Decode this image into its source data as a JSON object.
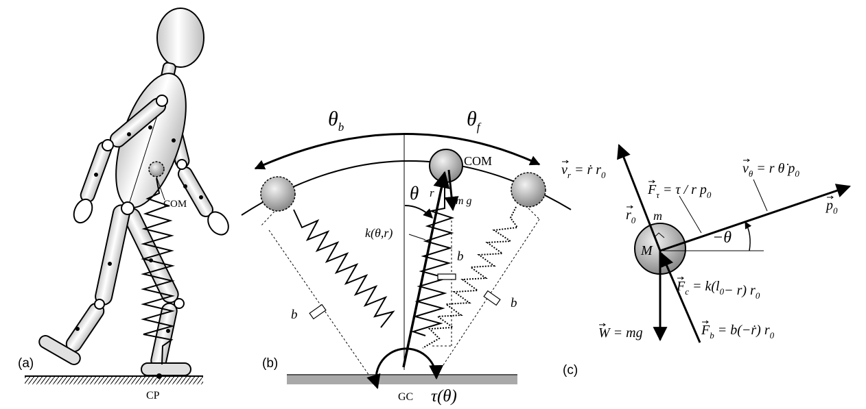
{
  "panels": {
    "a": {
      "label": "(a)",
      "com": "COM",
      "cp": "CP"
    },
    "b": {
      "label": "(b)",
      "theta_b": "θ",
      "theta_b_sub": "b",
      "theta_f": "θ",
      "theta_f_sub": "f",
      "com": "COM",
      "theta": "θ",
      "r": "r",
      "mg": "m g",
      "k": "k(θ,r)",
      "b_left": "b",
      "b_mid": "b",
      "b_right": "b",
      "gc": "GC",
      "tau": "τ(θ)"
    },
    "c": {
      "label": "(c)",
      "vr_lhs": "v",
      "vr_sub": "r",
      "vr_rhs": "= ṙ r",
      "vr_rhs_sub": "0",
      "ftau_lhs": "F",
      "ftau_sub": "τ",
      "ftau_rhs": "= τ / r  p",
      "ftau_rhs_sub": "0",
      "vtheta_lhs": "v",
      "vtheta_sub": "θ",
      "vtheta_rhs": "= r θ̇  p",
      "vtheta_rhs_sub": "0",
      "p0": "p",
      "p0_sub": "0",
      "r0": "r",
      "r0_sub": "0",
      "m": "m",
      "M": "M",
      "neg_theta": "−θ",
      "fc_lhs": "F",
      "fc_sub": "c",
      "fc_rhs": "= k(l",
      "fc_rhs_sub": "0",
      "fc_rhs2": "− r) r",
      "fc_rhs2_sub": "0",
      "w": "W = mg",
      "fb_lhs": "F",
      "fb_sub": "b",
      "fb_rhs": "= b(−ṙ) r",
      "fb_rhs_sub": "0"
    }
  }
}
